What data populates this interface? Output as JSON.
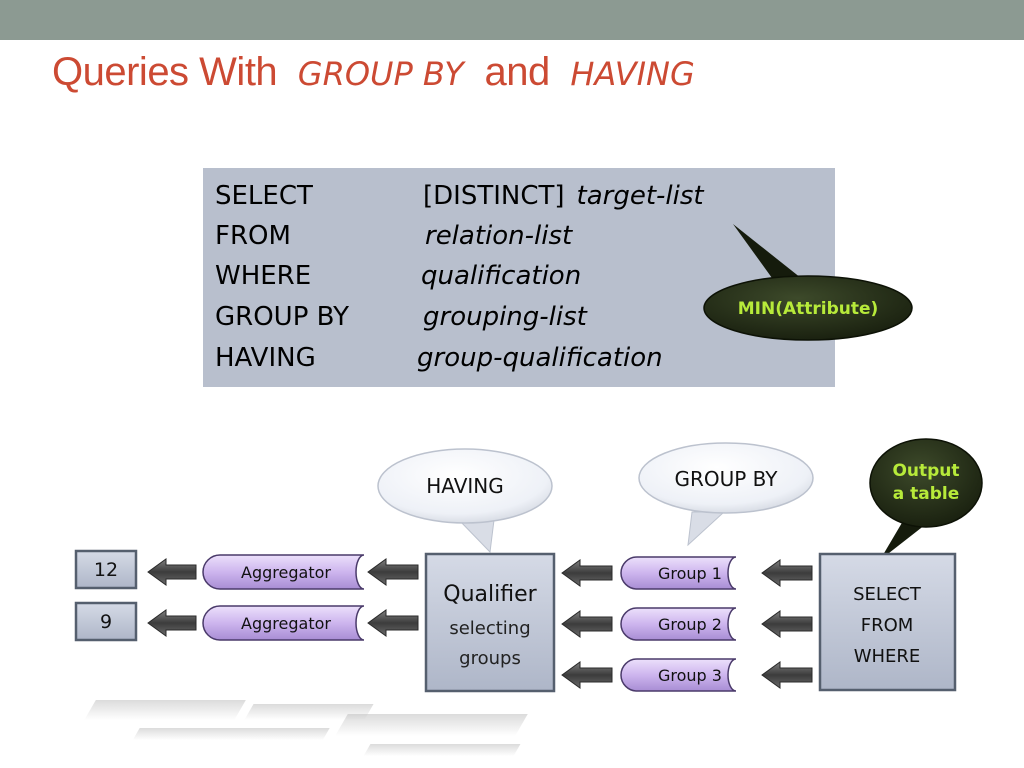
{
  "slide": {
    "title": {
      "prefix": "Queries With",
      "keyword1": "GROUP BY",
      "middle": "and",
      "keyword2": "HAVING"
    }
  },
  "sql": {
    "select": {
      "keyword": "SELECT",
      "optional": "[DISTINCT]",
      "arg": "target-list"
    },
    "from": {
      "keyword": "FROM",
      "arg": "relation-list"
    },
    "where": {
      "keyword": "WHERE",
      "arg": "qualification"
    },
    "group_by": {
      "keyword": "GROUP BY",
      "arg": "grouping-list"
    },
    "having": {
      "keyword": "HAVING",
      "arg": "group-qualification"
    }
  },
  "callouts": {
    "target_note": "MIN(Attribute)",
    "having": "HAVING",
    "group_by": "GROUP BY",
    "output": [
      "Output",
      "a table"
    ]
  },
  "diagram": {
    "source_box": [
      "SELECT",
      "FROM",
      "WHERE"
    ],
    "groups": [
      "Group 1",
      "Group 2",
      "Group 3"
    ],
    "qualifier": {
      "title": "Qualifier",
      "subtitle": [
        "selecting",
        "groups"
      ]
    },
    "aggregators": [
      "Aggregator",
      "Aggregator"
    ],
    "results": [
      "12",
      "9"
    ]
  },
  "colors": {
    "title": "#cc4a33",
    "topbar": "#8c9a92",
    "sql_box": "#b8bfcd",
    "dark_callout": "#26301a",
    "callout_text": "#b7ea3a",
    "pill_fill": "#cdb5ee",
    "node_box": "#c3c9d7",
    "arrow": "#4a4a4a"
  }
}
